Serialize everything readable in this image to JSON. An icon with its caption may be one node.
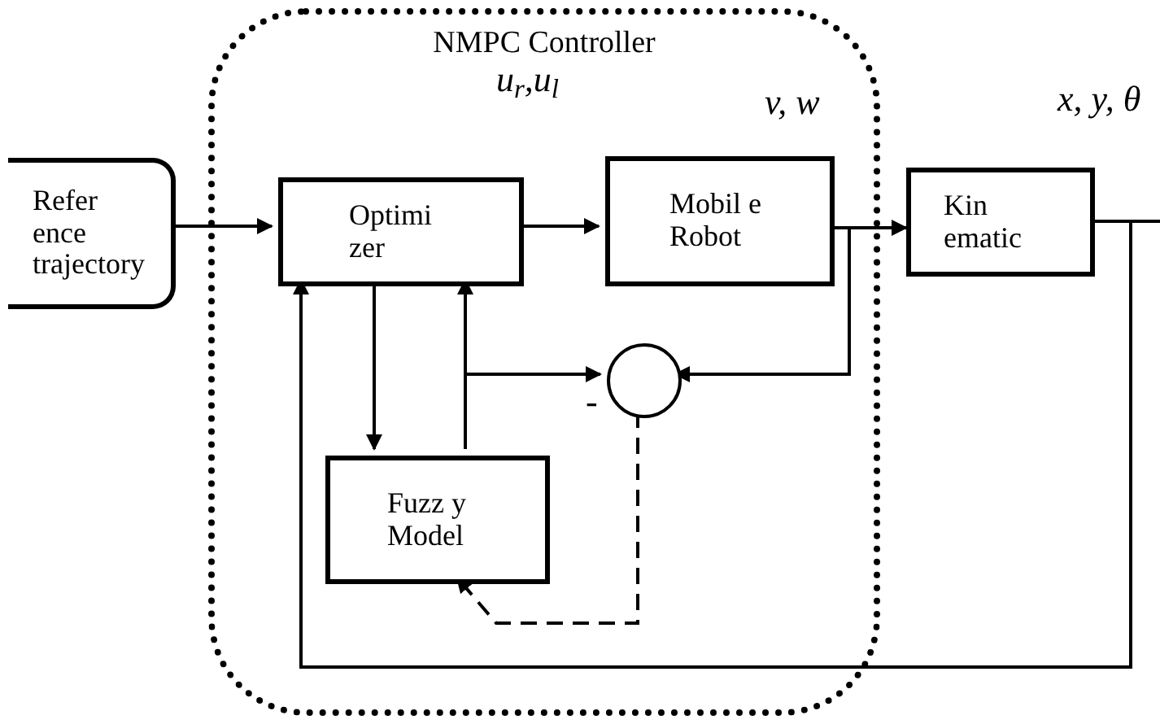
{
  "diagram": {
    "nodes": [
      {
        "text": [
          "NMPC Controller"
        ]
      },
      {
        "text": [
          "Refer ence trajectory"
        ]
      },
      {
        "text": [
          "Optimi zer"
        ],
        "in": 0
      },
      {
        "text": [
          "Mobil e Robot"
        ],
        "in": 0
      },
      {
        "text": [
          "Kin ematic"
        ]
      },
      {
        "text": [],
        "shape": "circle",
        "in": 0
      },
      {
        "text": [
          "Fuzz y Model"
        ],
        "in": 0
      }
    ],
    "edges": [
      {
        "from": 1,
        "to": 2,
        "arrow": "to"
      },
      {
        "from": 2,
        "to": 3,
        "arrow": "to"
      },
      {
        "from": 3,
        "to": 4,
        "arrow": "to"
      },
      {
        "from": 4,
        "to": null,
        "arrow": "none"
      },
      {
        "from": 4,
        "to": 2,
        "arrow": "to"
      },
      {
        "from": 2,
        "to": 6,
        "arrow": "to"
      },
      {
        "from": 6,
        "to": 2,
        "arrow": "to"
      },
      {
        "from": 6,
        "to": 5,
        "arrow": "to"
      },
      {
        "from": 3,
        "to": 5,
        "arrow": "to"
      },
      {
        "from": 5,
        "to": 6,
        "arrow": "to",
        "style": "dashed"
      }
    ],
    "labels": [
      "u$_{r}$,u$_{l}$",
      "v, w",
      "x, y, θ",
      "-"
    ]
  }
}
